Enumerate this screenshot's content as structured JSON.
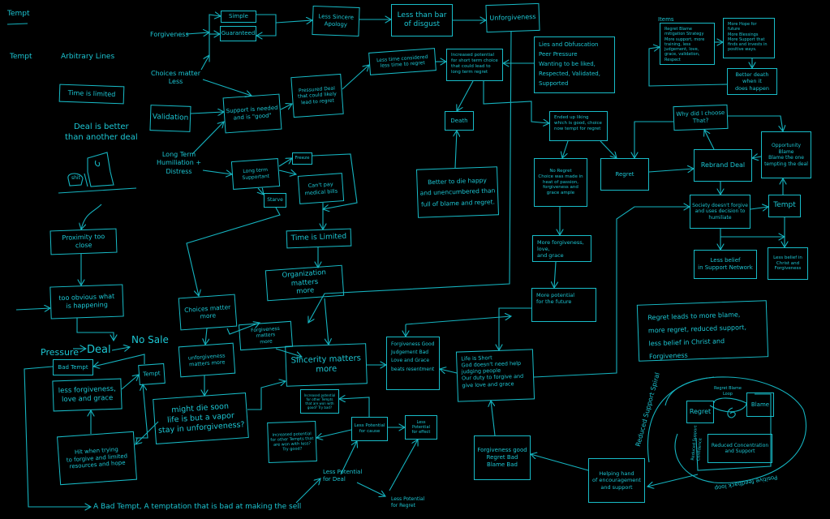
{
  "colors": {
    "background": "#000000",
    "ink": "#1cc6d3"
  },
  "title": "Tempt",
  "labels": {
    "tempt": "Tempt",
    "arbitrary_lines": "Arbitrary Lines",
    "deal_better": "Deal is better\nthan another deal",
    "chair_note": "shit",
    "forgiveness": "Forgiveness",
    "choices_less": "Choices matter\nLess",
    "long_term": "Long Term\nHumiliation +\nDistress",
    "pressure": "Pressure",
    "deal": "Deal",
    "no_sale": "No Sale",
    "bad_tempt_def": "A Bad Tempt, A temptation that is bad at making the sell",
    "less_pot_deal": "Less Potential\nfor Deal",
    "less_pot_regret": "Less Potential\nfor Regret",
    "items": "Items",
    "regret_blame_loop": "Regret Blame\nLoop",
    "reduced_support_spiral": "Reduced Support Spiral",
    "reduced_support_confidence": "Reduced Support\nConfidence",
    "positive_feedback": "Positive feedback loop"
  },
  "nodes": {
    "simple": "Simple",
    "guaranteed": "Guaranteed",
    "apology": "Less Sincere\nApology",
    "bar": "Less than bar\nof disgust",
    "unforgiveness": "Unforgiveness",
    "less_time": "Less time considered\nless time to regret",
    "increased_short": "Increased potential for short term choice that could lead to long term regret",
    "lies": "Lies and Obfuscation\nPeer Pressure\nWanting to be liked,\nRespected, Validated, Supported",
    "ended_up": "Ended up liking which is good, choice now tempt for regret",
    "death": "Death",
    "better_die": "Better to die happy\nand unencumbered than\nfull of blame and regret.",
    "no_regret": "No Regret\nChoice was made in heat of passion, forgiveness and grace ample",
    "regret": "Regret",
    "more_forgiveness": "More forgiveness, love,\nand grace",
    "more_potential": "More potential\nfor the future",
    "mitigation": "Regret Blame\nmitigation Strategy\nMore support, more training, less judgement, love, grace, validation, Respect",
    "more_hope": "More Hope for future\nMore Blessings\nMore Support that finds and invests in positive ways.",
    "better_death": "Better death when it\ndoes happen",
    "why_did": "Why did I choose\nThat?",
    "opportunity": "Opportunity Blame\nBlame the one tempting the deal",
    "rebrand": "Rebrand Deal",
    "society": "Society doesn't forgive and uses decision to humiliate",
    "tempt_right": "Tempt",
    "less_belief_support": "Less belief\nin Support Network",
    "less_belief_christ": "Less belief in Christ and Forgiveness",
    "regret_leads": "Regret leads to more blame, more regret, reduced support, less belief in Christ and Forgiveness",
    "regret_small": "Regret",
    "blame": "Blame",
    "reduced_concentration": "Reduced Concentration\nand Support",
    "helping_hand": "Helping hand\nof encouragement\nand support",
    "forgiveness_good": "Forgiveness good\nRegret Bad\nBlame Bad",
    "life_short": "Life is Short\nGod doesn't need help judging people\nOur duty to forgive and give love and grace",
    "forgiveness_judgement": "Forgiveness Good\nJudgement Bad\nLove and Grace beats resentment",
    "less_pot_effect": "Less Potential\nfor effect",
    "less_pot_cause": "Less Potential\nfor cause",
    "inc_other_bad": "Increased potential for other Tempts that are won with good? Try bad?",
    "inc_other_good": "Increased potential for other Tempts that are won with less? Try good?",
    "sincerity": "Sincerity matters\nmore",
    "forg_matters": "Forgiveness matters\nmore",
    "organization": "Organization matters\nmore",
    "time_limited_2": "Time is Limited",
    "choices_more": "Choices matter\nmore",
    "unforg_more": "unforgiveness\nmatters more",
    "might_die": "might die soon\nlife is but a vapor\nstay in unforgiveness?",
    "hit": "Hit when trying\nto forgive and limited\nresources and hope",
    "less_forg": "less forgiveness,\nlove and grace",
    "tempt_left": "Tempt",
    "bad_tempt": "Bad Tempt",
    "too_obvious": "too obvious what\nis happening",
    "proximity": "Proximity too\nclose",
    "time_limited_1": "Time is limited",
    "validation": "Validation",
    "support_needed": "Support is needed\nand is \"good\"",
    "pressured": "Pressured Deal\nthat could likely\nlead to regret",
    "longterm_support": "Long term\nSupportant",
    "freeze": "Freeze",
    "starve": "Starve",
    "cant_pay": "Can't pay\nmedical bills"
  }
}
